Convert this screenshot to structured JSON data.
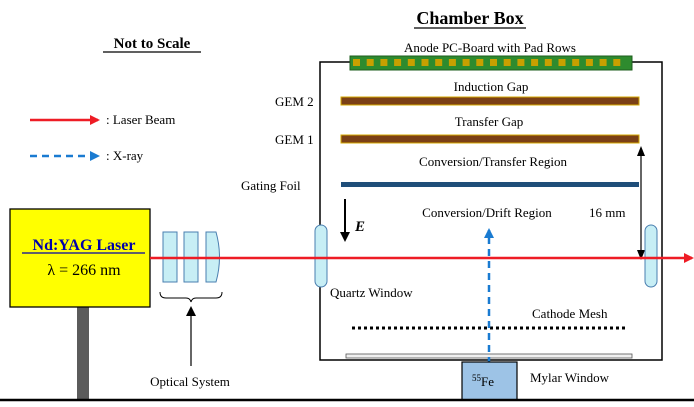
{
  "title": "Chamber Box",
  "note": "Not to Scale",
  "labels": {
    "anode": "Anode PC-Board with Pad Rows",
    "induction_gap": "Induction Gap",
    "gem2": "GEM 2",
    "transfer_gap": "Transfer Gap",
    "gem1": "GEM 1",
    "conversion_transfer": "Conversion/Transfer Region",
    "gating_foil": "Gating Foil",
    "conversion_drift": "Conversion/Drift Region",
    "field": "E",
    "distance": "16 mm",
    "quartz_window": "Quartz Window",
    "cathode_mesh": "Cathode Mesh",
    "mylar_window": "Mylar Window",
    "source_mass": "55",
    "source_element": "Fe",
    "optical_system": "Optical System"
  },
  "legend": {
    "laser_beam": ": Laser Beam",
    "xray": ": X-ray"
  },
  "laser": {
    "name": "Nd:YAG Laser",
    "wavelength": "λ = 266 nm"
  },
  "colors": {
    "laser_beam": "#ee1c25",
    "xray": "#1a7bd1",
    "laser_box": "#ffff00",
    "gem_foil": "#7b4016",
    "gem_border": "#d6a800",
    "gating_foil": "#1f4e79",
    "anode_board": "#2e8b2e",
    "anode_pads": "#c8a000",
    "window_fill": "#c7eef5",
    "window_stroke": "#4a7fb0",
    "source_fill": "#9dc3e6"
  }
}
